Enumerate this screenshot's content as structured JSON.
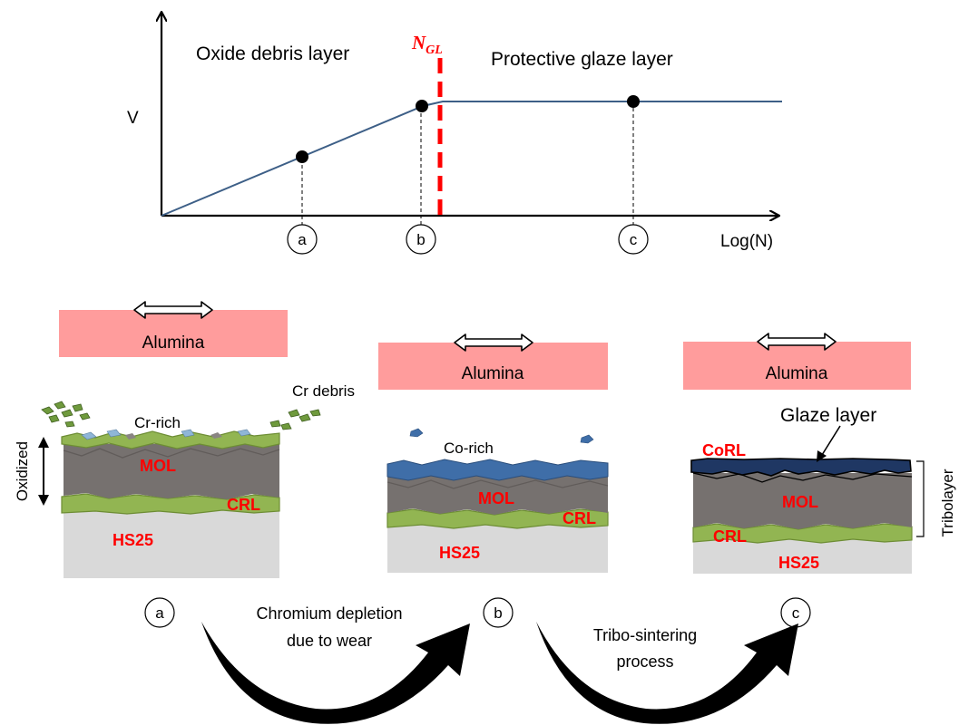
{
  "graph": {
    "left_region_label": "Oxide debris layer",
    "right_region_label": "Protective glaze layer",
    "threshold_symbol": "N",
    "threshold_subscript": "GL",
    "y_axis_label": "V",
    "x_axis_label": "Log(N)",
    "markers": [
      "a",
      "b",
      "c"
    ]
  },
  "panels": {
    "a": {
      "marker": "a",
      "counterface": "Alumina",
      "debris_label": "Cr debris",
      "surface_label": "Cr-rich",
      "side_label": "Oxidized",
      "layers": [
        "MOL",
        "CRL",
        "HS25"
      ]
    },
    "b": {
      "marker": "b",
      "counterface": "Alumina",
      "surface_label": "Co-rich",
      "layers": [
        "MOL",
        "CRL",
        "HS25"
      ]
    },
    "c": {
      "marker": "c",
      "counterface": "Alumina",
      "glaze_label": "Glaze layer",
      "side_label": "Tribolayer",
      "layers": [
        "CoRL",
        "MOL",
        "CRL",
        "HS25"
      ]
    }
  },
  "transitions": {
    "first": [
      "Chromium depletion",
      "due to wear"
    ],
    "second": [
      "Tribo-sintering",
      "process"
    ]
  },
  "colors": {
    "curve": "#3d5f87",
    "threshold": "#ff0000",
    "alumina": "#ff9c9c",
    "substrate": "#d9d9d9",
    "oxide": "#76716f",
    "cr_layer": "#92b552",
    "co_layer": "#3f6ea8",
    "glaze": "#1f3763",
    "label_red": "#ff0000"
  }
}
